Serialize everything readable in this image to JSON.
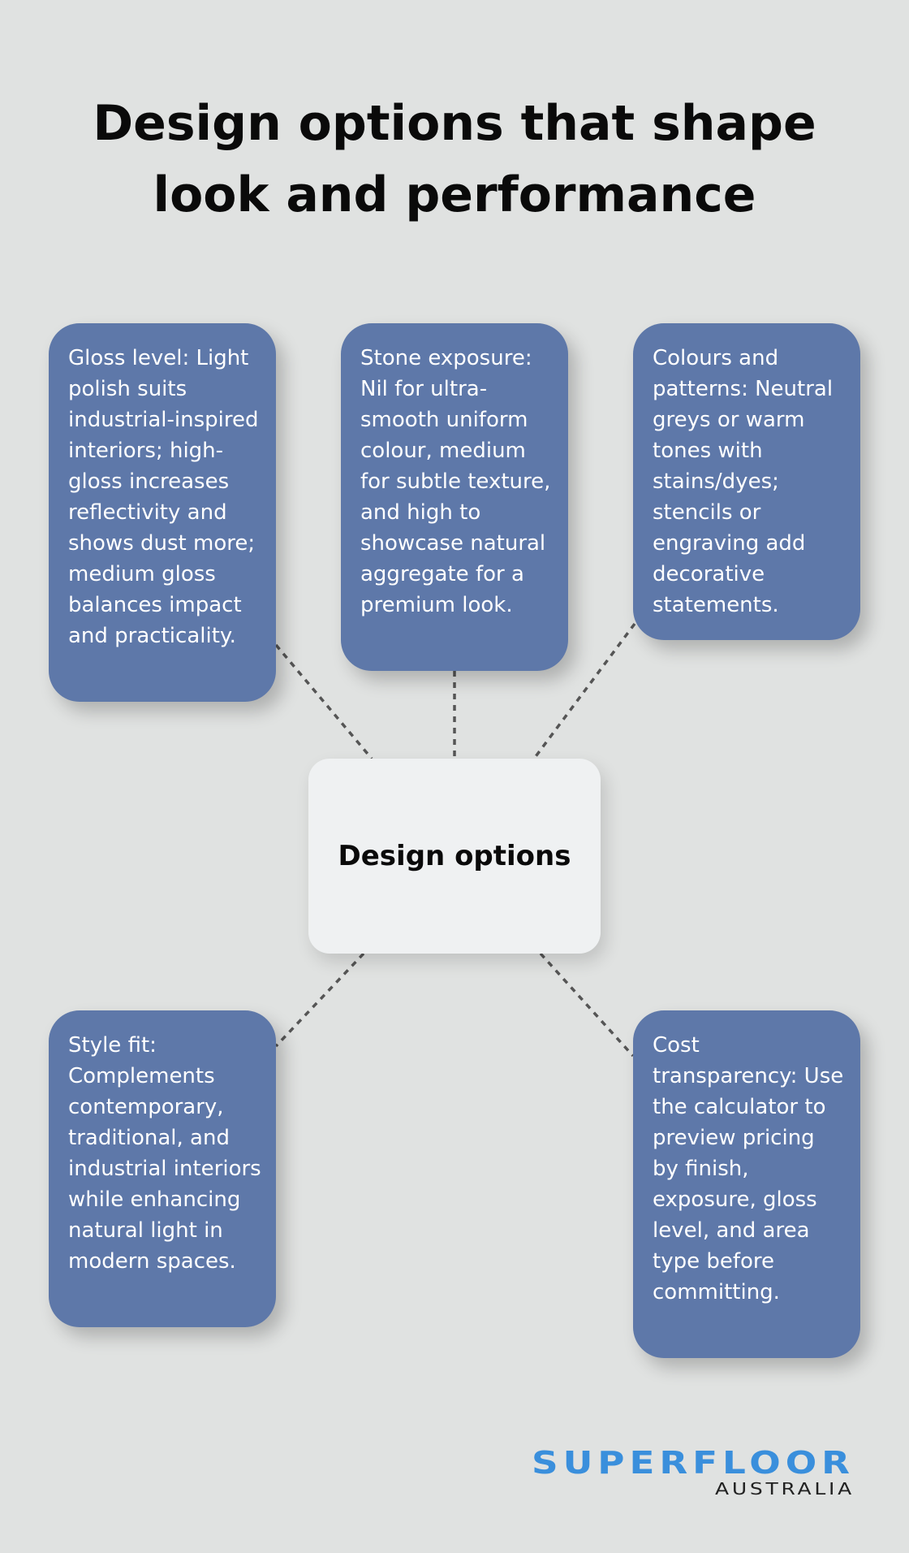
{
  "title": "Design options that shape look and performance",
  "center": {
    "label": "Design options"
  },
  "cards": {
    "gloss": "Gloss level: Light polish suits industrial-inspired interiors; high-gloss increases reflectivity and shows dust more; medium gloss balances impact and practicality.",
    "stone": "Stone exposure: Nil for ultra-smooth uniform colour, medium for subtle texture, and high to showcase natural aggregate for a premium look.",
    "colours": "Colours and patterns: Neutral greys or warm tones with stains/dyes; stencils or engraving add decorative statements.",
    "style": "Style fit: Complements contemporary, traditional, and industrial interiors while enhancing natural light in modern spaces.",
    "cost": "Cost transparency: Use the calculator to preview pricing by finish, exposure, gloss level, and area type before committing."
  },
  "logo": {
    "brand": "SUPERFLOOR",
    "sub": "AUSTRALIA",
    "brand_color": "#3a8fdc",
    "sub_color": "#222222"
  },
  "colors": {
    "background": "#e0e2e1",
    "card": "#5e78a9",
    "center": "#eff1f2",
    "connector": "#555555"
  }
}
